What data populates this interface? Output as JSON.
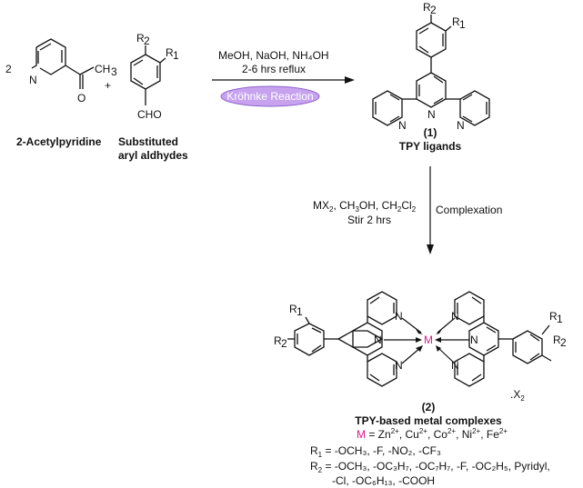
{
  "reagents": {
    "stoich": "2",
    "acetylpyridine_name": "2-Acetylpyridine",
    "aldehyde_name_line1": "Substituted",
    "aldehyde_name_line2": "aryl aldhydes",
    "plus": "+"
  },
  "atoms": {
    "N": "N",
    "O": "O",
    "CH": "CH",
    "three": "3",
    "CHO": "CHO",
    "R": "R",
    "one": "1",
    "two": "2",
    "M": "M"
  },
  "step1": {
    "conditions_line1": "MeOH, NaOH, NH₄OH",
    "conditions_line2": "2-6 hrs reflux",
    "reaction_name": "Kröhnke Reaction"
  },
  "product1": {
    "number": "(1)",
    "name": "TPY ligands"
  },
  "step2": {
    "conditions_a": "MX",
    "conditions_a_sub": "2",
    "conditions_b": ", CH",
    "conditions_b_sub": "3",
    "conditions_c": "OH, CH",
    "conditions_c_sub": "2",
    "conditions_d": "Cl",
    "conditions_d_sub": "2",
    "conditions_line2": "Stir 2 hrs",
    "label": "Complexation"
  },
  "product2": {
    "counterion": ".X",
    "counterion_sub": "2",
    "number": "(2)",
    "name": "TPY-based metal complexes",
    "metal_symbol": "M",
    "metal_eq": " = Zn",
    "metal_list_rest": [
      {
        "sup": "2+",
        "text": ", Cu"
      },
      {
        "sup": "2+",
        "text": ", Co"
      },
      {
        "sup": "2+",
        "text": ", Ni"
      },
      {
        "sup": "2+",
        "text": ", Fe"
      },
      {
        "sup": "2+",
        "text": ""
      }
    ],
    "r1_definition": " = -OCH₃, -F, -NO₂, -CF₃",
    "r2_definition_line1": " = -OCH₃, -OC₃H₇, -OC₇H₇, -F, -OC₂H₅, Pyridyl,",
    "r2_definition_line2": "-Cl, -OC₆H₁₃, -COOH"
  }
}
